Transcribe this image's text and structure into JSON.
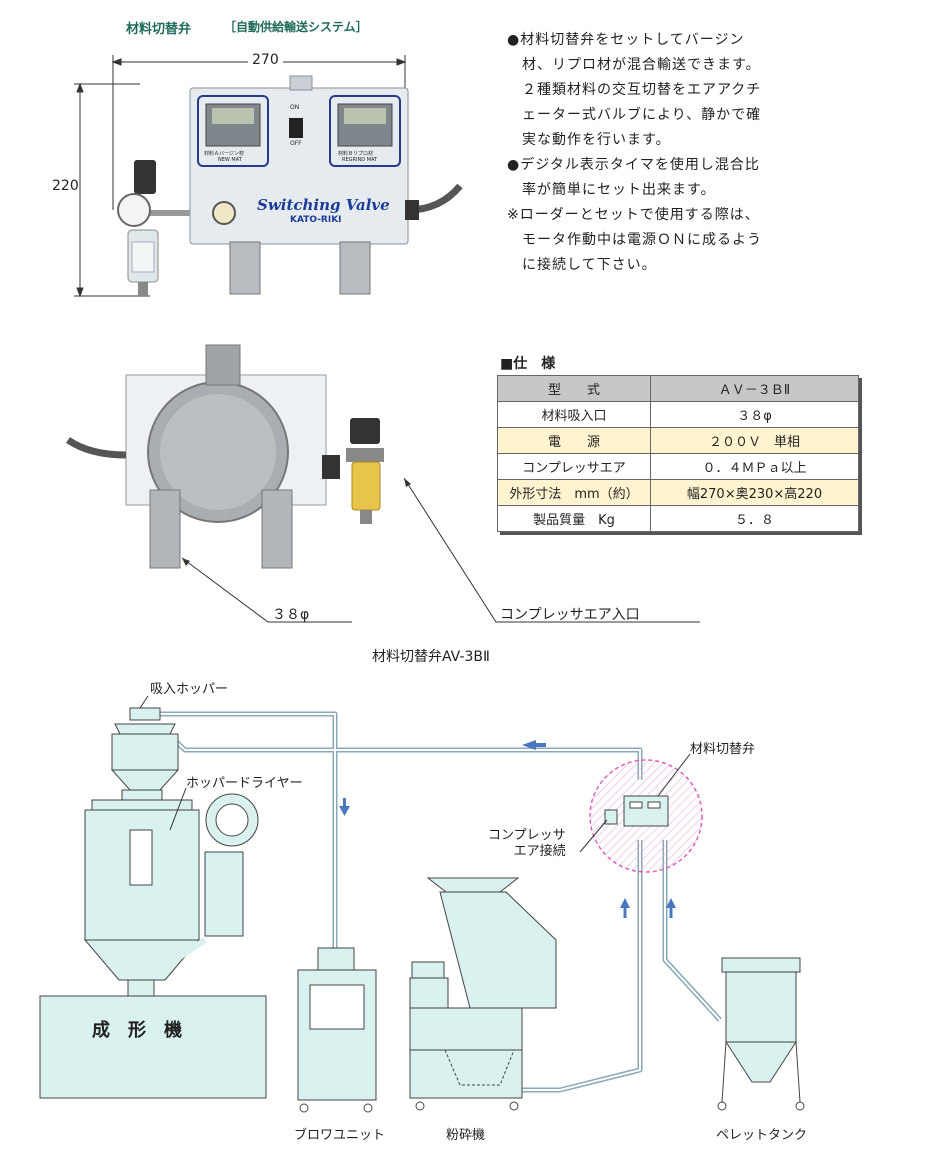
{
  "header": {
    "title": "材料切替弁",
    "subtitle": "［自動供給輸送システム］"
  },
  "photo_top": {
    "width_dim": "270",
    "height_dim": "220",
    "panel_switch_on": "ON",
    "panel_switch_off": "OFF",
    "timer_left_label": "材料Ａバージン材",
    "timer_left_sub": "NEW MAT",
    "timer_right_label": "材料Ｂリプロ材",
    "timer_right_sub": "REGRIND MAT",
    "brand_name": "Switching Valve",
    "brand_maker": "KATO-RIKI"
  },
  "description": [
    "●材料切替弁をセットしてバージン\n　材、リプロ材が混合輸送できます。\n　２種類材料の交互切替をエアアクチ\n　ェーター式バルブにより、静かで確\n　実な動作を行います。",
    "●デジタル表示タイマを使用し混合比\n　率が簡単にセット出来ます。",
    "※ローダーとセットで使用する際は、\n　モータ作動中は電源ＯＮに成るよう\n　に接続して下さい。"
  ],
  "spec": {
    "heading": "■仕　様",
    "rows": [
      {
        "label": "型　　式",
        "value": "ＡＶ－３ＢⅡ"
      },
      {
        "label": "材料吸入口",
        "value": "３８φ"
      },
      {
        "label": "電　　源",
        "value": "２００Ｖ　単相"
      },
      {
        "label": "コンプレッサエア",
        "value": "０．４ＭＰａ以上"
      },
      {
        "label": "外形寸法　mm（約）",
        "value": "幅270×奥230×高220"
      },
      {
        "label": "製品質量　Kg",
        "value": "５．８"
      }
    ]
  },
  "photo_bottom": {
    "callout_inlet": "３８φ",
    "callout_air": "コンプレッサエア入口"
  },
  "diagram": {
    "caption": "材料切替弁AV-3BⅡ",
    "labels": {
      "hopper": "吸入ホッパー",
      "dryer": "ホッパードライヤー",
      "valve": "材料切替弁",
      "compressor": "コンプレッサ\nエア接続",
      "molding": "成　形　機",
      "blower": "ブロワユニット",
      "crusher": "粉砕機",
      "tank": "ペレットタンク"
    }
  },
  "colors": {
    "title": "#1f6b5a",
    "machine_fill": "#d9f1ef",
    "pipe": "#8aa8b8",
    "arrow": "#4a78c0",
    "highlight": "#e060c0"
  }
}
